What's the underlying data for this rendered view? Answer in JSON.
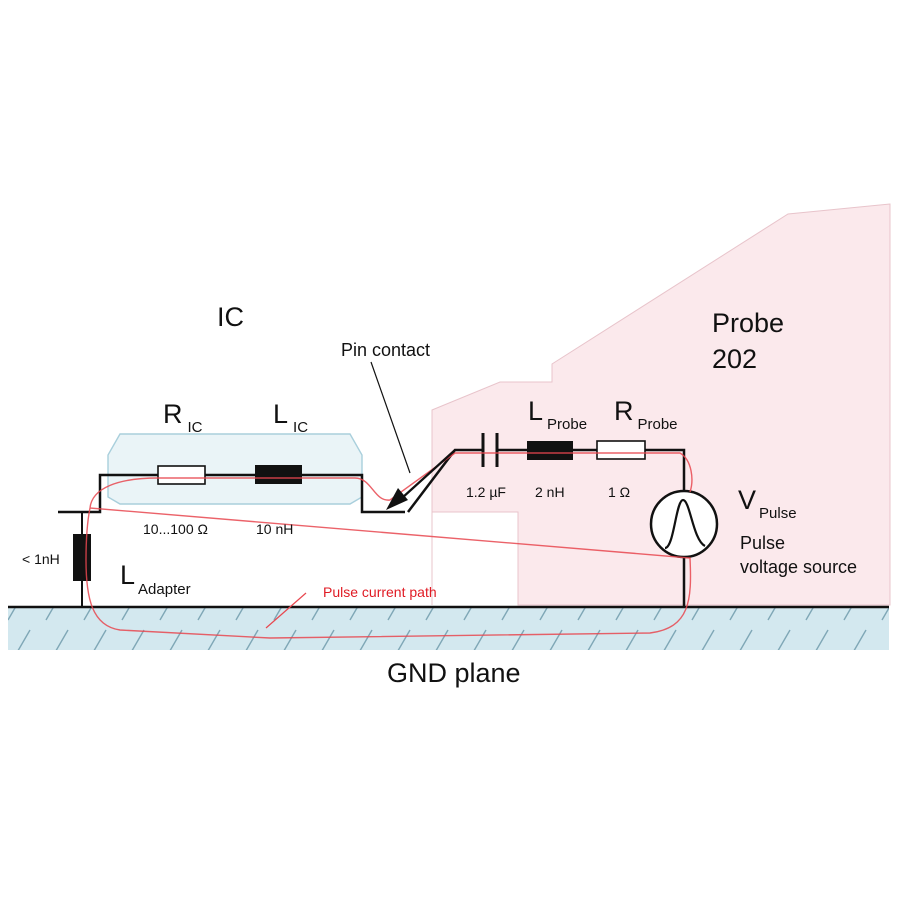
{
  "labels": {
    "ic": "IC",
    "probe_line1": "Probe",
    "probe_line2": "202",
    "pin_contact": "Pin contact",
    "r_ic_main": "R",
    "r_ic_sub": "IC",
    "l_ic_main": "L",
    "l_ic_sub": "IC",
    "l_probe_main": "L",
    "l_probe_sub": "Probe",
    "r_probe_main": "R",
    "r_probe_sub": "Probe",
    "v_pulse_main": "V",
    "v_pulse_sub": "Pulse",
    "pulse_source_line1": "Pulse",
    "pulse_source_line2": "voltage source",
    "l_adapter_main": "L",
    "l_adapter_sub": "Adapter",
    "pulse_current_path": "Pulse current path",
    "gnd_plane": "GND plane"
  },
  "values": {
    "r_ic": "10...100 Ω",
    "l_ic": "10 nH",
    "adapter_inductance": "< 1nH",
    "capacitor": "1.2 µF",
    "l_probe": "2 nH",
    "r_probe": "1 Ω"
  },
  "colors": {
    "probe_fill": "#fbe9ec",
    "probe_stroke": "#e8c4cb",
    "ic_package_fill": "#e6f2f6",
    "ic_package_stroke": "#a9cfdc",
    "gnd_fill": "#d3e8ef",
    "gnd_hatch": "#7fa7b6",
    "current_path": "#e8474f",
    "wire": "#111111"
  }
}
